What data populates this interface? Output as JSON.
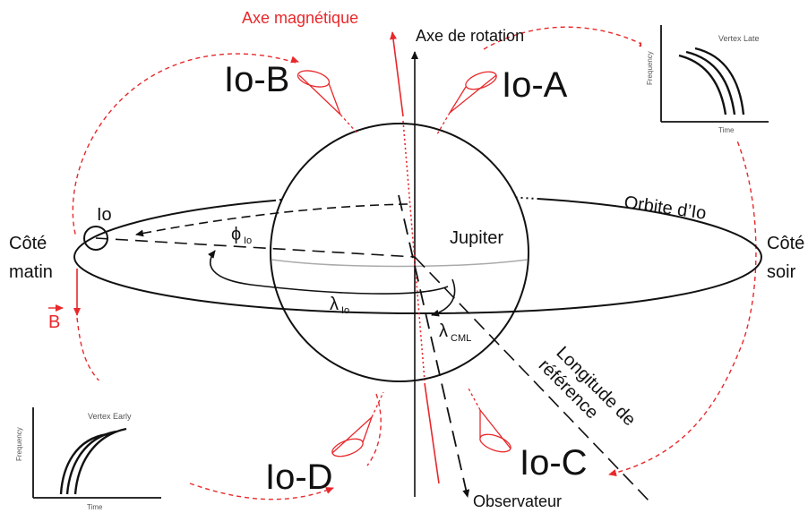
{
  "labels": {
    "axe_magnetique": "Axe magnétique",
    "axe_rotation": "Axe de rotation",
    "io_a": "Io-A",
    "io_b": "Io-B",
    "io_c": "Io-C",
    "io_d": "Io-D",
    "io": "Io",
    "jupiter": "Jupiter",
    "orbite": "Orbite d’Io",
    "cote_matin_1": "Côté",
    "cote_matin_2": "matin",
    "cote_soir_1": "Côté",
    "cote_soir_2": "soir",
    "b_vector": "B",
    "phi": "ϕ",
    "phi_sub": "Io",
    "lambda_io": "λ",
    "lambda_io_sub": "Io",
    "lambda_cml": "λ",
    "lambda_cml_sub": "CML",
    "longitude_1": "Longitude de",
    "longitude_2": "référence",
    "observateur": "Observateur"
  },
  "inset_late": {
    "title": "Vertex Late",
    "ylabel": "Frequency",
    "xlabel": "Time"
  },
  "inset_early": {
    "title": "Vertex Early",
    "ylabel": "Frequency",
    "xlabel": "Time"
  },
  "colors": {
    "red": "#e8282b",
    "black": "#111111",
    "gray": "#888888"
  }
}
